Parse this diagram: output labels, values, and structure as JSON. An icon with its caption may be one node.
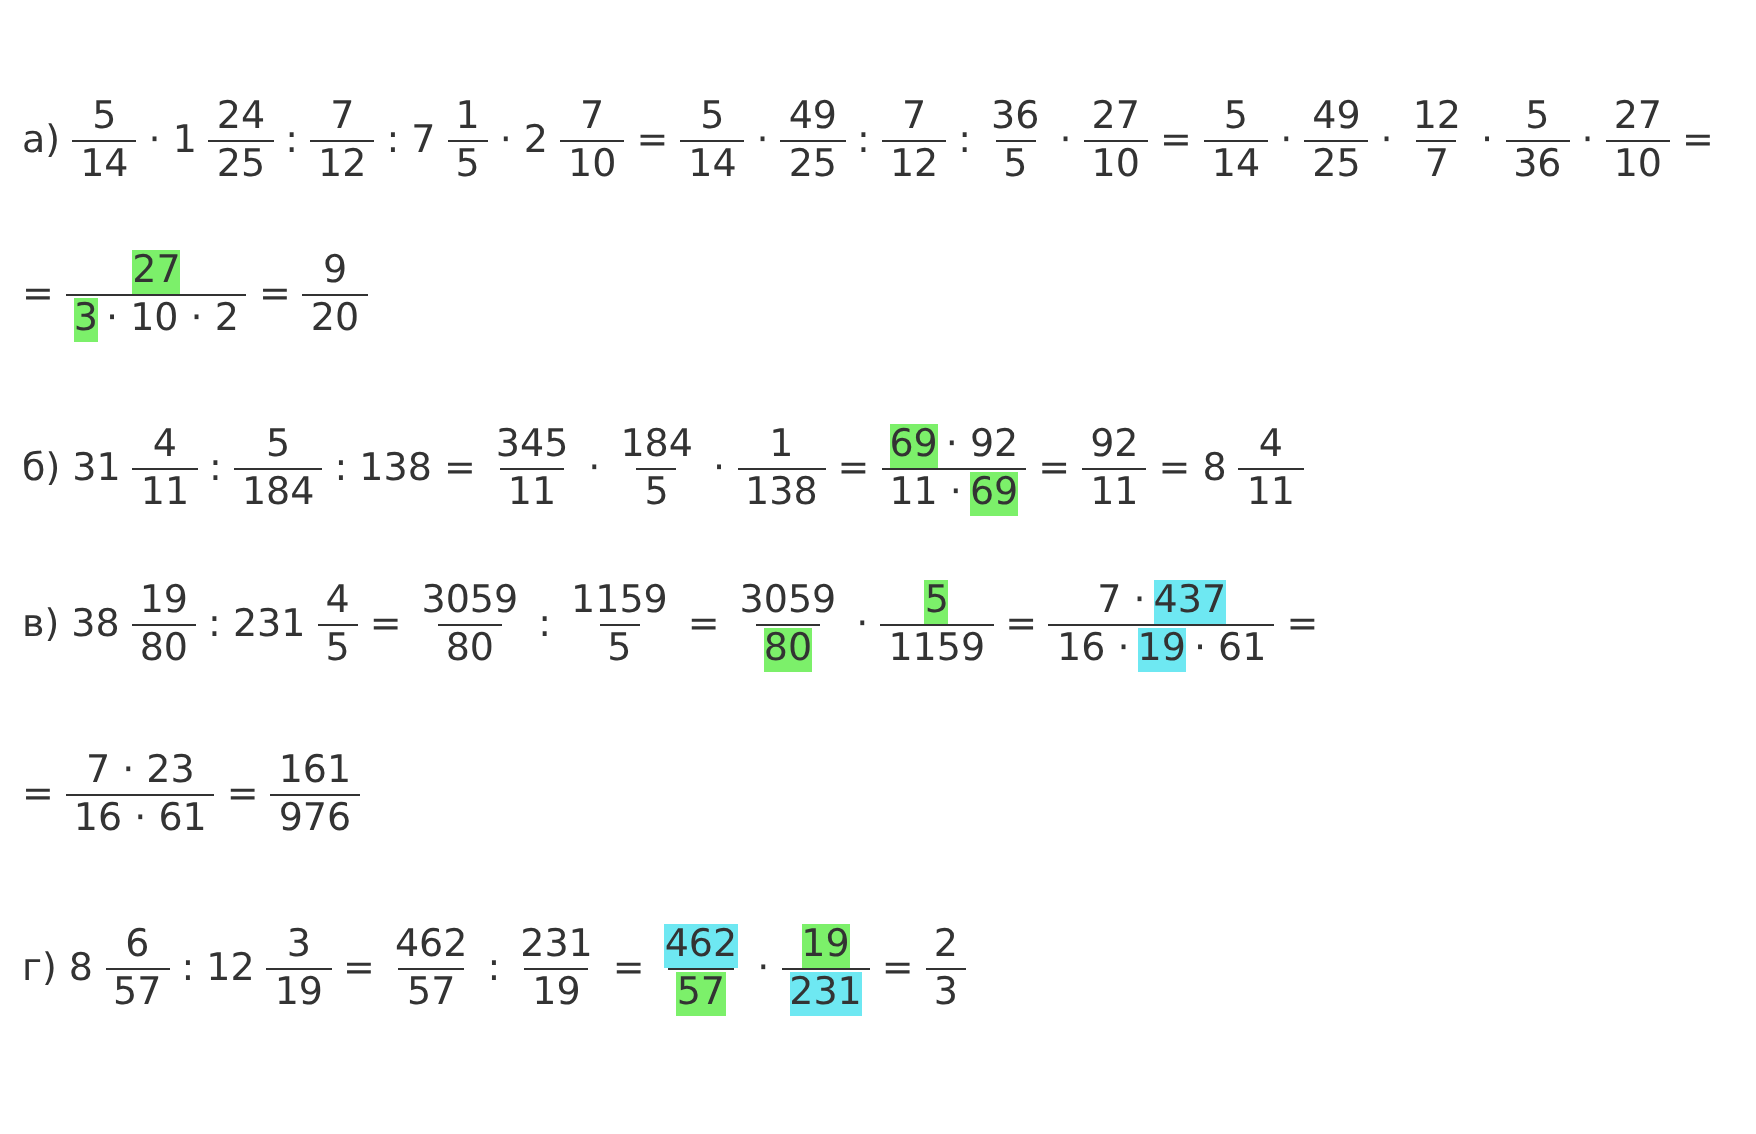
{
  "diagram": {
    "labels": [
      "а)",
      "5",
      "14",
      "· 1",
      "24",
      "25",
      ":",
      "7",
      "12",
      ": 7",
      "1",
      "5",
      "· 2",
      "7",
      "10",
      "=",
      "5",
      "14",
      "·",
      "49",
      "25",
      ":",
      "7",
      "12",
      ":",
      "36",
      "5",
      "·",
      "27",
      "10",
      "=",
      "5",
      "14",
      "·",
      "49",
      "25",
      "·",
      "12",
      "7",
      "·",
      "5",
      "36",
      "·",
      "27",
      "10",
      "=",
      "=",
      "27",
      "3",
      "· 10 · 2",
      "=",
      "9",
      "20",
      "б) 31",
      "4",
      "11",
      ":",
      "5",
      "184",
      ": 138 =",
      "345",
      "11",
      "·",
      "184",
      "5",
      "·",
      "1",
      "138",
      "=",
      "69",
      "· 92",
      "11 ·",
      "69",
      "=",
      "92",
      "11",
      "= 8",
      "4",
      "11",
      "в) 38",
      "19",
      "80",
      ": 231",
      "4",
      "5",
      "=",
      "3059",
      "80",
      ":",
      "1159",
      "5",
      "=",
      "3059",
      "80",
      "·",
      "5",
      "1159",
      "=",
      "7 ·",
      "437",
      "16 ·",
      "19",
      "· 61",
      "=",
      "=",
      "7 · 23",
      "16 · 61",
      "=",
      "161",
      "976",
      "г) 8",
      "6",
      "57",
      ": 12",
      "3",
      "19",
      "=",
      "462",
      "57",
      ":",
      "231",
      "19",
      "=",
      "462",
      "57",
      "·",
      "19",
      "231",
      "=",
      "2",
      "3"
    ]
  }
}
